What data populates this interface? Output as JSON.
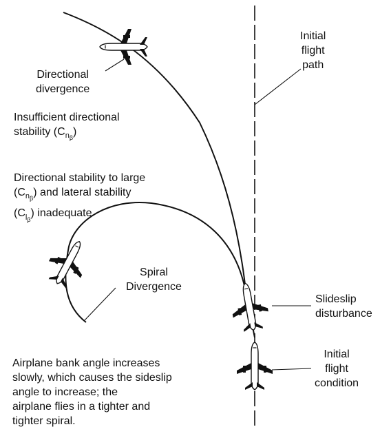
{
  "labels": {
    "initial_flight_path": [
      "Initial",
      "flight",
      "path"
    ],
    "directional_divergence": [
      "Directional",
      "divergence"
    ],
    "insufficient_stability": {
      "line1": "Insufficient directional",
      "line2_prefix": "stability (C",
      "sub_main": "n",
      "sub_sub": "β",
      "line2_suffix": ")"
    },
    "directional_lateral": {
      "line1": "Directional stability to large",
      "line2_prefix": "(C",
      "line2_sub_main": "n",
      "line2_sub_sub": "β",
      "line2_suffix": ") and lateral stability",
      "line3_prefix": "(C",
      "line3_sub_main": "l",
      "line3_sub_sub": "β",
      "line3_suffix": ") inadequate"
    },
    "spiral_divergence": [
      "Spiral",
      "Divergence"
    ],
    "sideslip_disturbance": [
      "Slideslip",
      "disturbance"
    ],
    "initial_flight_condition": [
      "Initial",
      "flight",
      "condition"
    ],
    "caption": [
      "Airplane bank angle increases",
      "slowly, which causes the sideslip",
      "angle to increase; the",
      "airplane flies in a tighter and",
      "tighter spiral."
    ]
  },
  "colors": {
    "ink": "#111111",
    "aircraft_fill": "#ffffff"
  }
}
